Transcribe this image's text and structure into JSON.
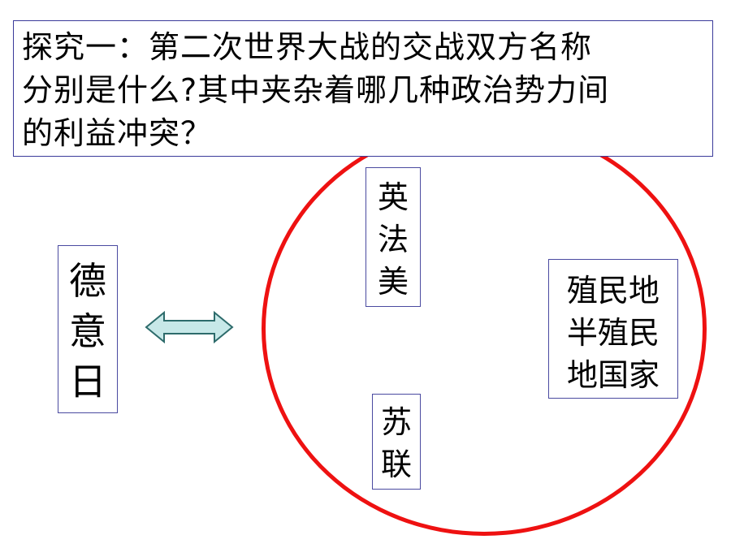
{
  "question": {
    "lines": [
      "探究一：第二次世界大战的交战双方名称",
      "分别是什么?其中夹杂着哪几种政治势力间",
      "的利益冲突？"
    ]
  },
  "axis": {
    "chars": [
      "德",
      "意",
      "日"
    ]
  },
  "allies": {
    "chars": [
      "英",
      "法",
      "美"
    ]
  },
  "ussr": {
    "chars": [
      "苏",
      "联"
    ]
  },
  "colonies": {
    "lines": [
      "殖民地",
      "半殖民",
      "地国家"
    ]
  },
  "colors": {
    "circle": "#ee1111",
    "box_border": "#4a4aa0",
    "arrow_fill": "#c7e8e8",
    "arrow_stroke": "#2d6b6b"
  },
  "icons": {
    "arrow": "double-headed-arrow-icon"
  }
}
